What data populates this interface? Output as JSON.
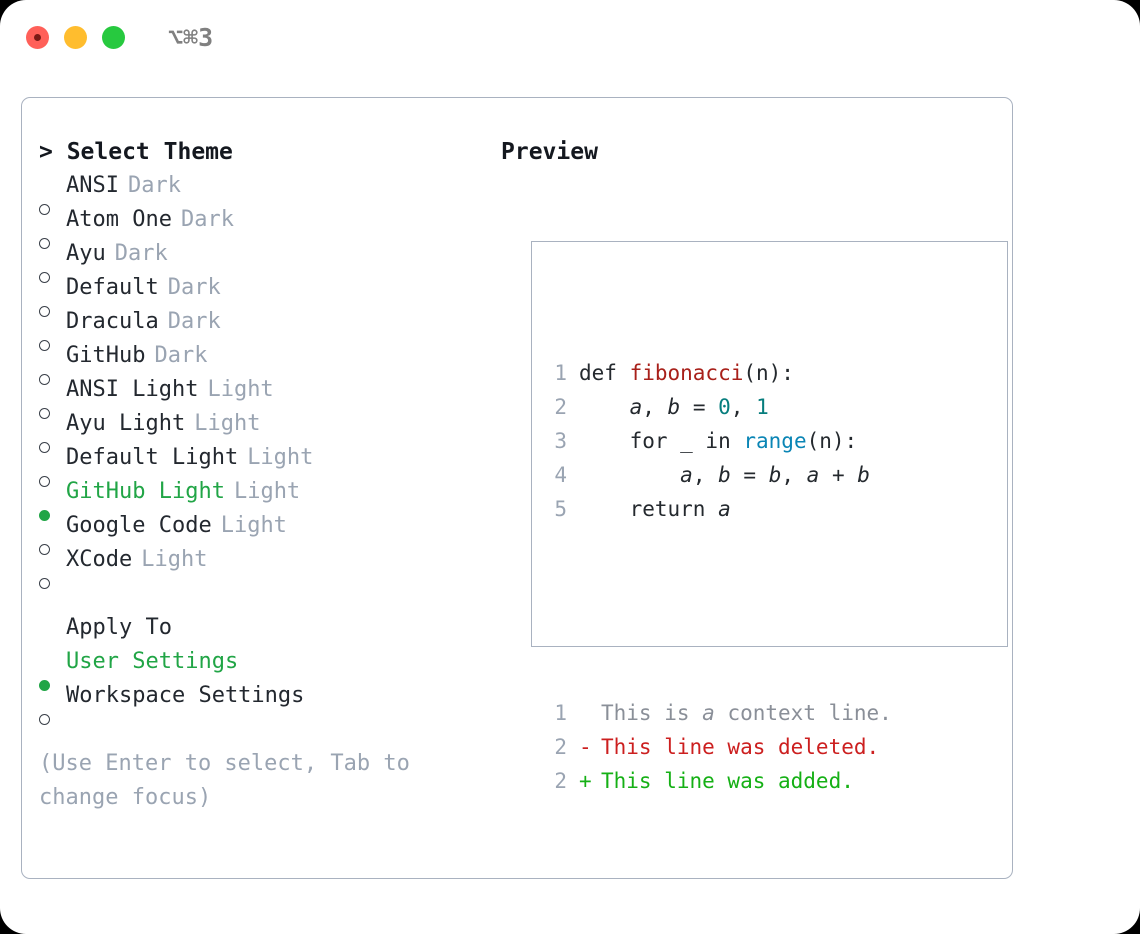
{
  "titlebar": {
    "shortcut": "⌥⌘3",
    "buttons": [
      "close",
      "minimize",
      "maximize"
    ],
    "colors": {
      "close": "#ff6059",
      "minimize": "#ffbd2e",
      "maximize": "#27c93f"
    }
  },
  "theme_picker": {
    "heading": "> Select Theme",
    "items": [
      {
        "label": "ANSI",
        "kind": "Dark",
        "selected": false
      },
      {
        "label": "Atom One",
        "kind": "Dark",
        "selected": false
      },
      {
        "label": "Ayu",
        "kind": "Dark",
        "selected": false
      },
      {
        "label": "Default",
        "kind": "Dark",
        "selected": false
      },
      {
        "label": "Dracula",
        "kind": "Dark",
        "selected": false
      },
      {
        "label": "GitHub",
        "kind": "Dark",
        "selected": false
      },
      {
        "label": "ANSI Light",
        "kind": "Light",
        "selected": false
      },
      {
        "label": "Ayu Light",
        "kind": "Light",
        "selected": false
      },
      {
        "label": "Default Light",
        "kind": "Light",
        "selected": false
      },
      {
        "label": "GitHub Light",
        "kind": "Light",
        "selected": true
      },
      {
        "label": "Google Code",
        "kind": "Light",
        "selected": false
      },
      {
        "label": "XCode",
        "kind": "Light",
        "selected": false
      }
    ]
  },
  "apply_to": {
    "heading": "Apply To",
    "options": [
      {
        "label": "User Settings",
        "selected": true
      },
      {
        "label": "Workspace Settings",
        "selected": false
      }
    ]
  },
  "hint": "(Use Enter to select, Tab to change focus)",
  "preview": {
    "title": "Preview",
    "code_lines": [
      {
        "no": "1",
        "tokens": [
          {
            "t": "def ",
            "c": "kw"
          },
          {
            "t": "fibonacci",
            "c": "fn"
          },
          {
            "t": "(n):",
            "c": "punc"
          }
        ]
      },
      {
        "no": "2",
        "tokens": [
          {
            "t": "    ",
            "c": "punc"
          },
          {
            "t": "a",
            "c": "var"
          },
          {
            "t": ", ",
            "c": "punc"
          },
          {
            "t": "b",
            "c": "var"
          },
          {
            "t": " = ",
            "c": "punc"
          },
          {
            "t": "0",
            "c": "num"
          },
          {
            "t": ", ",
            "c": "punc"
          },
          {
            "t": "1",
            "c": "num"
          }
        ]
      },
      {
        "no": "3",
        "tokens": [
          {
            "t": "    for _ in ",
            "c": "kw"
          },
          {
            "t": "range",
            "c": "call"
          },
          {
            "t": "(n):",
            "c": "punc"
          }
        ]
      },
      {
        "no": "4",
        "tokens": [
          {
            "t": "        ",
            "c": "punc"
          },
          {
            "t": "a",
            "c": "var"
          },
          {
            "t": ", ",
            "c": "punc"
          },
          {
            "t": "b",
            "c": "var"
          },
          {
            "t": " = ",
            "c": "punc"
          },
          {
            "t": "b",
            "c": "var"
          },
          {
            "t": ", ",
            "c": "punc"
          },
          {
            "t": "a",
            "c": "var"
          },
          {
            "t": " + ",
            "c": "punc"
          },
          {
            "t": "b",
            "c": "var"
          }
        ]
      },
      {
        "no": "5",
        "tokens": [
          {
            "t": "    return ",
            "c": "kw"
          },
          {
            "t": "a",
            "c": "var"
          }
        ]
      }
    ],
    "diff_lines": [
      {
        "no": "1",
        "marker": " ",
        "text": "This is a context line.",
        "type": "context"
      },
      {
        "no": "2",
        "marker": "-",
        "text": "This line was deleted.",
        "type": "deleted"
      },
      {
        "no": "2",
        "marker": "+",
        "text": "This line was added.",
        "type": "added"
      }
    ]
  },
  "colors": {
    "selected_green": "#21a546",
    "muted": "#9aa4b2",
    "border": "#a9b2c0",
    "function_red": "#a8201a",
    "number_teal": "#067d7d",
    "call_blue": "#0a85b5",
    "diff_deleted": "#cc1f1f",
    "diff_added": "#15b015"
  }
}
